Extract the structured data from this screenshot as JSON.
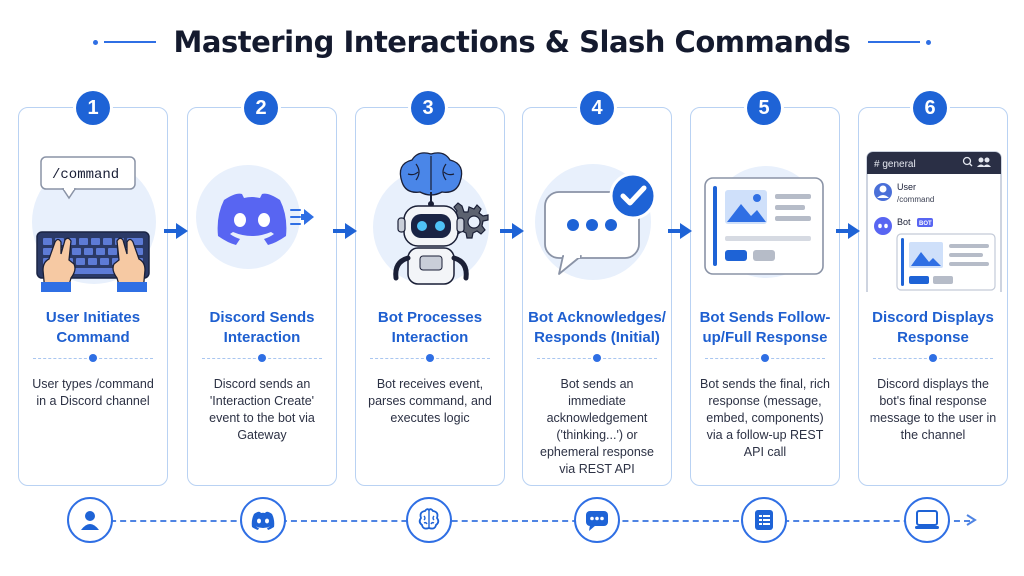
{
  "title": "Mastering Interactions & Slash Commands",
  "colors": {
    "accent": "#1e63d6",
    "card_border": "#b9d2f3",
    "discord": "#5865f2",
    "check": "#1e63d6"
  },
  "steps": [
    {
      "number": "1",
      "title": "User Initiates Command",
      "description": "User types /command in a Discord channel",
      "illustration": {
        "bubble_text": "/command",
        "icon": "keyboard-hands-icon"
      }
    },
    {
      "number": "2",
      "title": "Discord Sends Interaction",
      "description": "Discord sends an 'Interaction Create' event to the bot via Gateway",
      "illustration": {
        "icon": "discord-logo-icon"
      }
    },
    {
      "number": "3",
      "title": "Bot Processes Interaction",
      "description": "Bot receives event, parses command, and executes logic",
      "illustration": {
        "icon": "robot-brain-gear-icon"
      }
    },
    {
      "number": "4",
      "title": "Bot Acknowledges/ Responds (Initial)",
      "description": "Bot sends an immediate acknowledgement ('thinking...') or ephemeral response via REST API",
      "illustration": {
        "icon": "chat-bubble-check-icon"
      }
    },
    {
      "number": "5",
      "title": "Bot Sends Follow-up/Full Response",
      "description": "Bot sends the final, rich response (message, embed, components) via a follow-up REST API call",
      "illustration": {
        "icon": "embed-card-icon"
      }
    },
    {
      "number": "6",
      "title": "Discord Displays Response",
      "description": "Discord displays the bot's final response message to the user in the channel",
      "illustration": {
        "channel": "# general",
        "user_label": "User",
        "user_message": "/command",
        "bot_label": "Bot",
        "bot_badge": "BOT",
        "icon": "discord-window-icon"
      }
    }
  ],
  "timeline_icons": [
    "user-icon",
    "discord-icon",
    "brain-icon",
    "chat-icon",
    "document-list-icon",
    "monitor-icon"
  ]
}
